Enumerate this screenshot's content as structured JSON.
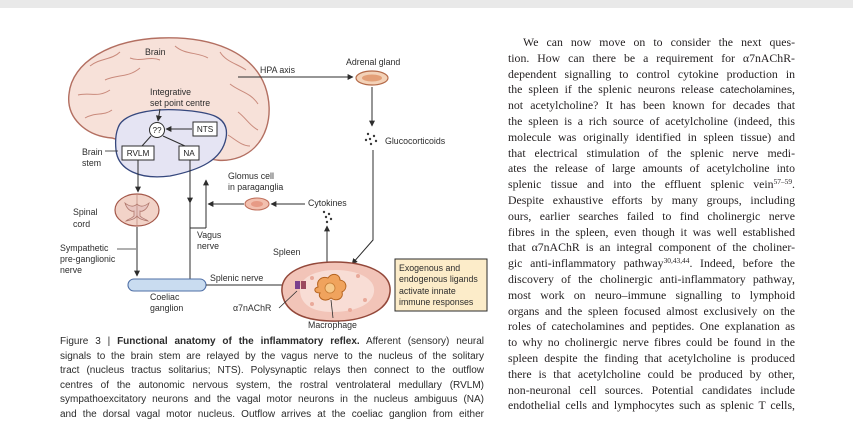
{
  "figure": {
    "labels": {
      "brain": "Brain",
      "hpa_axis": "HPA axis",
      "adrenal_gland": "Adrenal gland",
      "integrative": [
        "Integrative",
        "set point centre"
      ],
      "question": "??",
      "nts": "NTS",
      "brain_stem": [
        "Brain",
        "stem"
      ],
      "rvlm": "RVLM",
      "na": "NA",
      "glucocorticoids": "Glucocorticoids",
      "glomus_cell": [
        "Glomus cell",
        "in paraganglia"
      ],
      "spinal_cord": [
        "Spinal",
        "cord"
      ],
      "cytokines": "Cytokines",
      "vagus_nerve": [
        "Vagus",
        "nerve"
      ],
      "sympathetic_nerve": [
        "Sympathetic",
        "pre-ganglionic",
        "nerve"
      ],
      "spleen": "Spleen",
      "ligands_box": [
        "Exogenous and",
        "endogenous ligands",
        "activate innate",
        "immune responses"
      ],
      "splenic_nerve": "Splenic nerve",
      "coeliac_ganglion": [
        "Coeliac",
        "ganglion"
      ],
      "receptor": "α7nAChR",
      "macrophage": "Macrophage"
    },
    "caption": {
      "label": "Figure 3 |",
      "title": "Functional anatomy of the inflammatory reflex.",
      "first_line_rest": "Afferent (sensory) neural",
      "lines": [
        "signals to the brain stem are relayed by the vagus nerve to the nucleus of the solitary",
        "tract (nucleus tractus solitarius; NTS). Polysynaptic relays then connect to the outflow",
        "centres of the autonomic nervous system, the rostral ventrolateral medullary (RVLM)",
        "sympathoexcitatory neurons and the vagal motor neurons in the nucleus ambiguus (NA)",
        "and the dorsal vagal motor nucleus. Outflow arrives at the coeliac ganglion from either"
      ]
    }
  },
  "body_text": {
    "lines": [
      [
        "We can now move on to consider the next ques-"
      ],
      [
        "tion. How can there be a requirement for α7nAChR-"
      ],
      [
        "dependent signalling to control cytokine production in"
      ],
      [
        "the spleen if the splenic neurons release ",
        "catecholamines",
        ","
      ],
      [
        "not acetylcholine? It has been known for decades that"
      ],
      [
        "the spleen is a rich source of acetylcholine (indeed, this"
      ],
      [
        "molecule was originally identified in spleen tissue) and"
      ],
      [
        "that electrical stimulation of the splenic nerve medi-"
      ],
      [
        "ates the release of large amounts of acetylcholine into"
      ],
      [
        "splenic tissue and into the effluent splenic vein",
        "57–59",
        "."
      ],
      [
        "Despite exhaustive efforts by many groups, including"
      ],
      [
        "ours, earlier searches failed to find cholinergic nerve"
      ],
      [
        "fibres in the spleen, even though it was well established"
      ],
      [
        "that α7nAChR is an integral component of the choliner-"
      ],
      [
        "gic anti-inflammatory pathway",
        "30,43,44",
        ". Indeed, before the"
      ],
      [
        "discovery of the cholinergic anti-inflammatory pathway,"
      ],
      [
        "most work on neuro–immune signalling to lymphoid"
      ],
      [
        "organs and the spleen focused almost exclusively on the"
      ],
      [
        "roles of catecholamines and peptides. One explanation as"
      ],
      [
        "to why no cholinergic nerve fibres could be found in the"
      ],
      [
        "spleen despite the finding that acetylcholine is produced"
      ],
      [
        "there is that acetylcholine could be produced by other,"
      ],
      [
        "non-neuronal cell sources. Potential candidates include"
      ],
      [
        "endothelial cells and lymphocytes such as splenic T cells,"
      ]
    ]
  }
}
